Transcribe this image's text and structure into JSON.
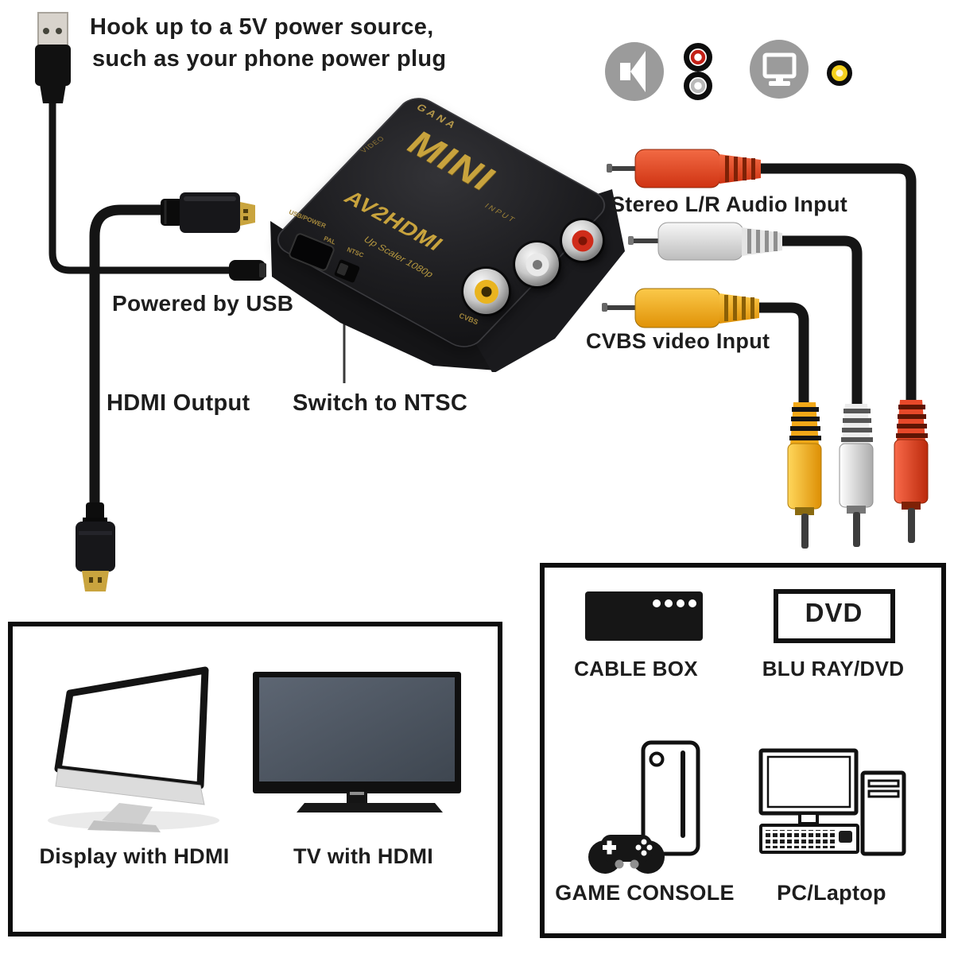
{
  "colors": {
    "rca_red": "#e0492a",
    "rca_white": "#e8e8e8",
    "rca_yellow": "#f2a818",
    "gold_text": "#c8a33d",
    "converter_body": "#1c1c1f"
  },
  "icons": {
    "top_legend": [
      "audio-speaker-icon",
      "rca-red-jack-icon",
      "rca-white-jack-icon",
      "tv-display-icon",
      "rca-yellow-jack-icon"
    ]
  },
  "note": {
    "line1": "Hook up to a 5V power source,",
    "line2": "such as your phone power plug"
  },
  "callouts": {
    "powered_by_usb": "Powered by USB",
    "hdmi_output": "HDMI Output",
    "switch_to_ntsc": "Switch to NTSC",
    "stereo_audio_input": "Stereo L/R Audio Input",
    "cvbs_video_input": "CVBS video Input"
  },
  "converter": {
    "brand": "GANA",
    "logo": "MINI",
    "model": "AV2HDMI",
    "subtitle": "Up Scaler 1080p",
    "labels": {
      "video": "VIDEO",
      "input": "INPUT",
      "usb_power": "USB/POWER",
      "pal": "PAL",
      "ntsc": "NTSC",
      "cvbs": "CVBS"
    }
  },
  "displays_box": {
    "items": [
      {
        "label": "Display with HDMI"
      },
      {
        "label": "TV with HDMI"
      }
    ]
  },
  "sources_box": {
    "dvd_badge": "DVD",
    "items": [
      {
        "label": "CABLE BOX"
      },
      {
        "label": "BLU RAY/DVD"
      },
      {
        "label": "GAME CONSOLE"
      },
      {
        "label": "PC/Laptop"
      }
    ]
  }
}
